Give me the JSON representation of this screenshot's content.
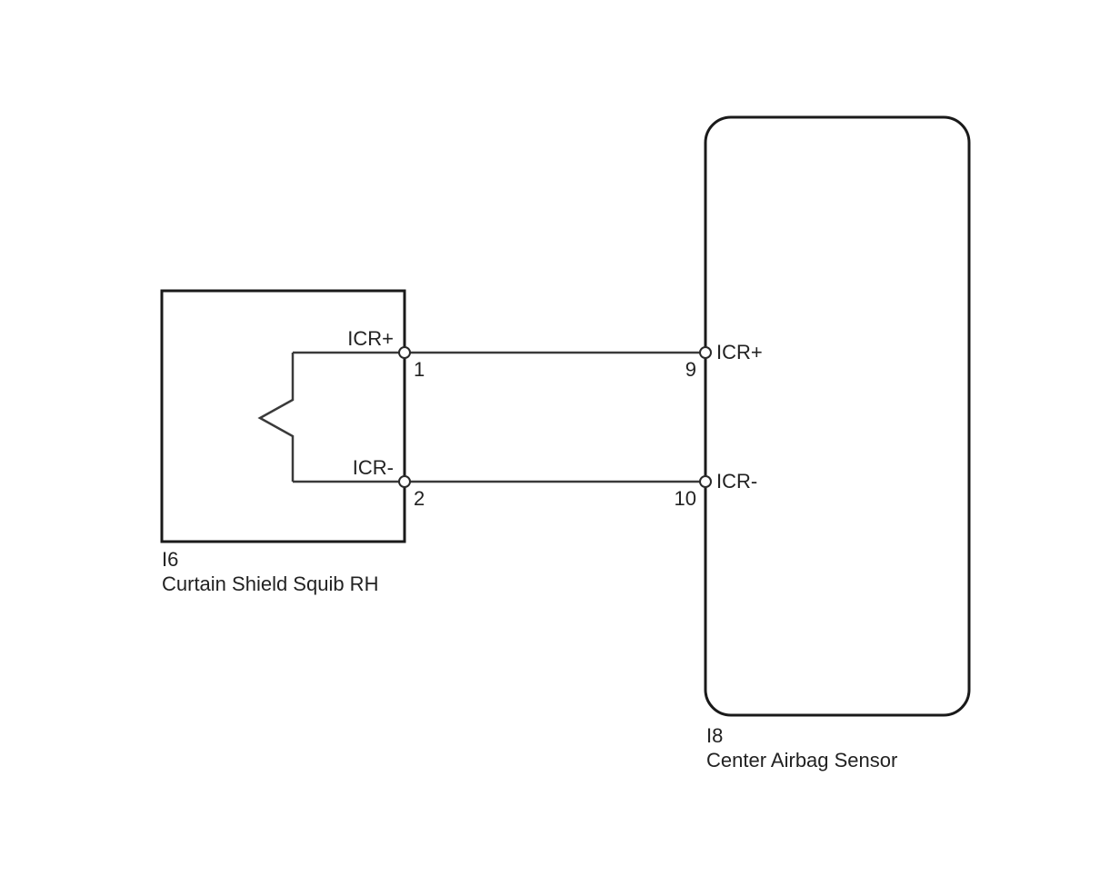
{
  "components": {
    "squib": {
      "code": "I6",
      "name": "Curtain Shield Squib RH",
      "pins": [
        {
          "signal": "ICR+",
          "number": "1"
        },
        {
          "signal": "ICR-",
          "number": "2"
        }
      ]
    },
    "sensor": {
      "code": "I8",
      "name": "Center Airbag Sensor",
      "pins": [
        {
          "signal": "ICR+",
          "number": "9"
        },
        {
          "signal": "ICR-",
          "number": "10"
        }
      ]
    }
  }
}
